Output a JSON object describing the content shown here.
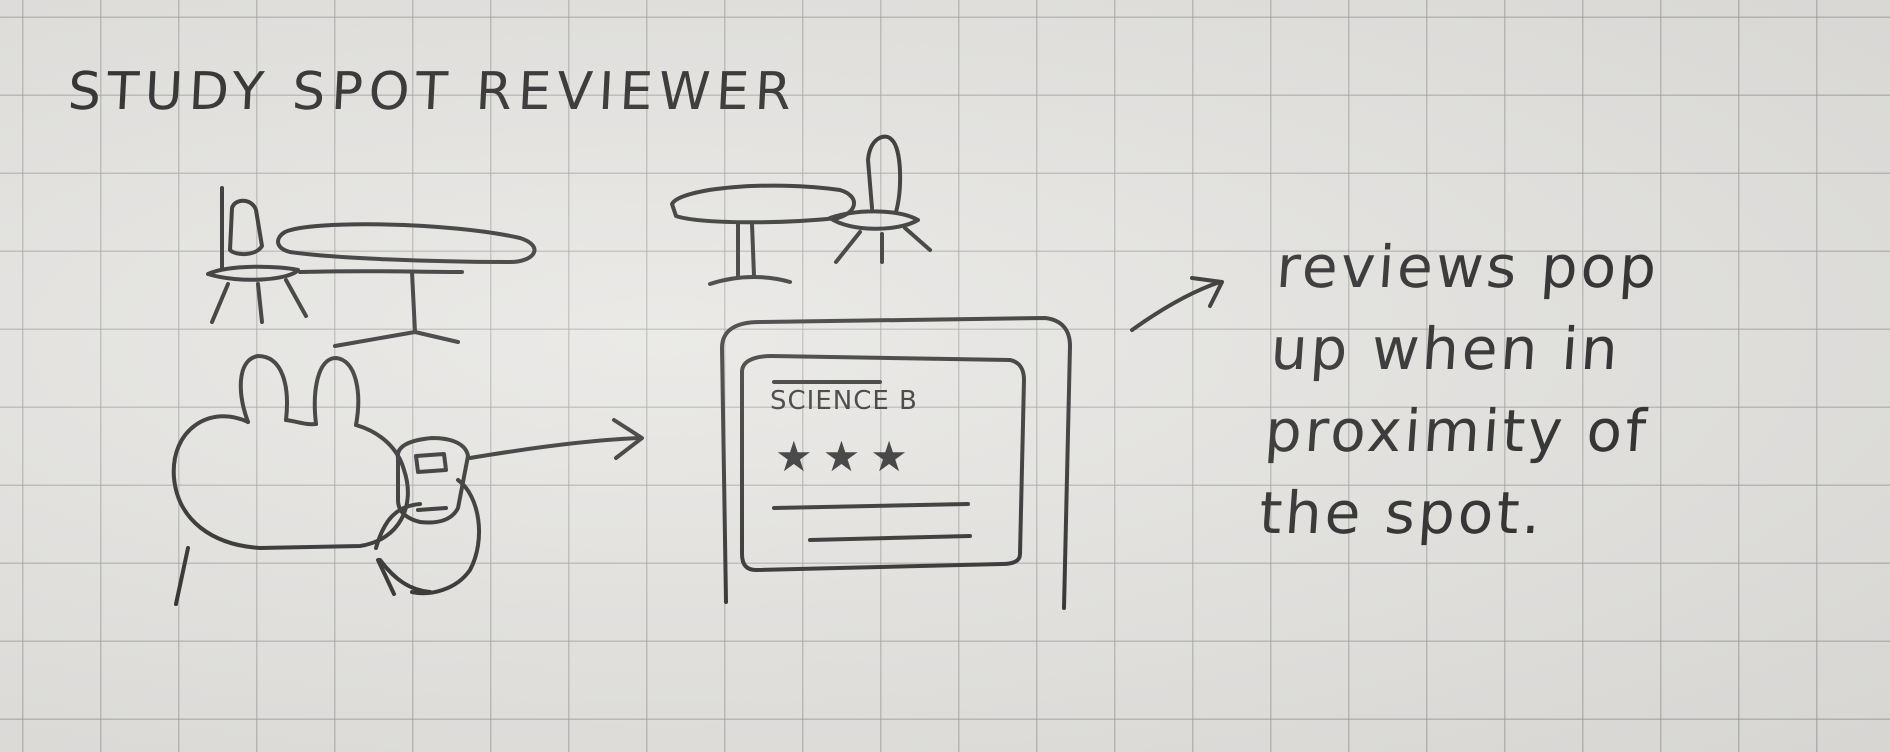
{
  "sketch": {
    "title": "STUDY SPOT REVIEWER",
    "review_card": {
      "spot_name": "SCIENCE B",
      "star_rating": 3,
      "stars_text": "★★★"
    },
    "note": "reviews pop\nup when in\nproximity of\nthe spot."
  }
}
